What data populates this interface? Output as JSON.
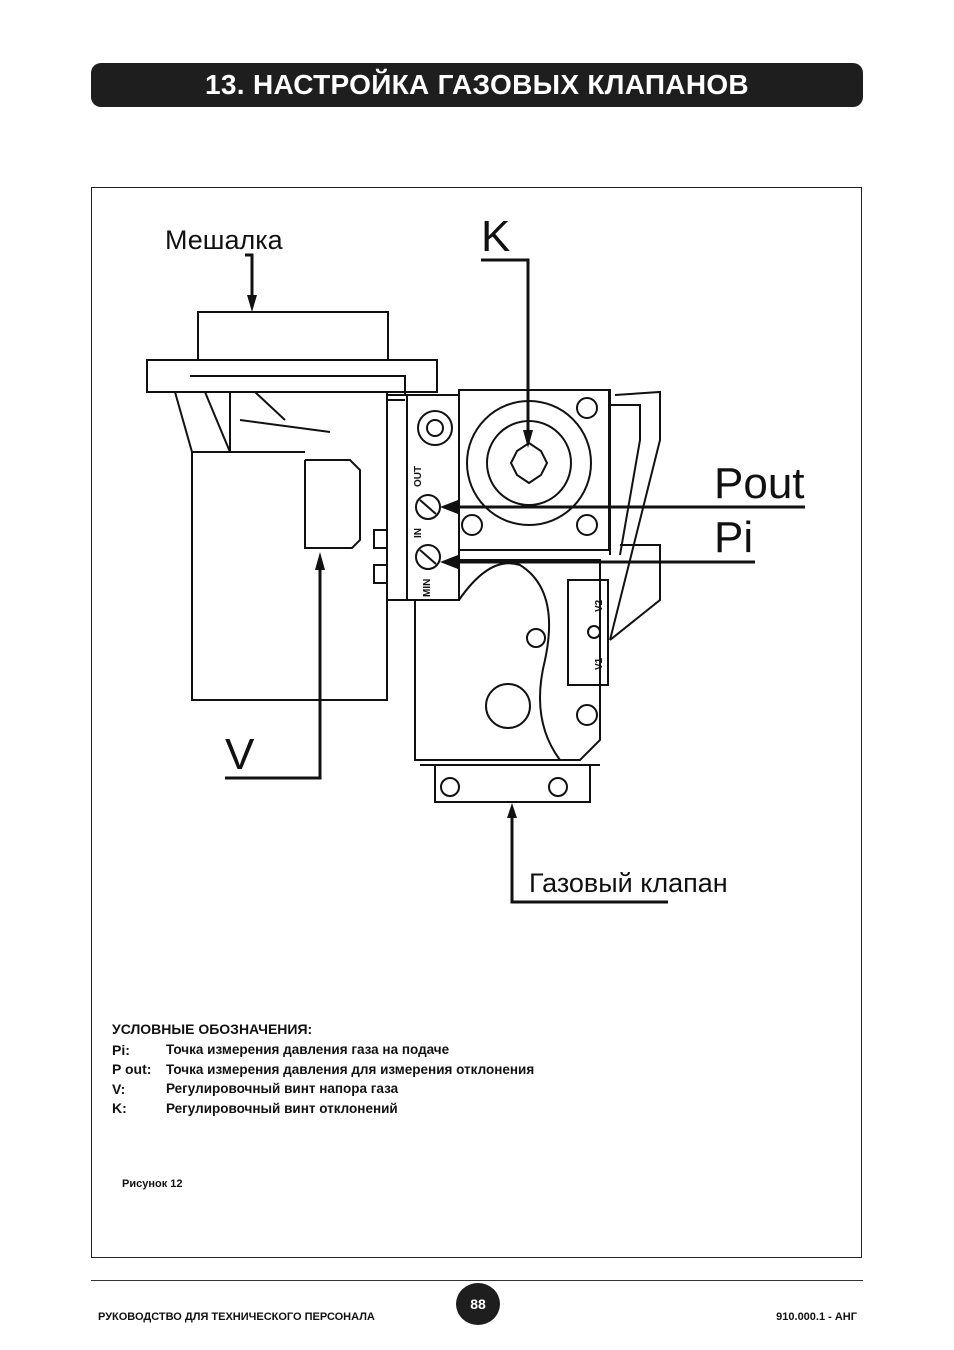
{
  "header": {
    "title": "13. НАСТРОЙКА ГАЗОВЫХ КЛАПАНОВ"
  },
  "figure": {
    "labels": {
      "mixer": "Мешалка",
      "k": "K",
      "pout": "Pout",
      "pi": "Pi",
      "v": "V",
      "gas_valve": "Газовый клапан"
    },
    "valve_markings": {
      "out": "OUT",
      "in": "IN",
      "min": "MIN",
      "v1": "V1",
      "v2": "V2"
    },
    "caption": "Рисунок 12"
  },
  "legend": {
    "title": "УСЛОВНЫЕ ОБОЗНАЧЕНИЯ:",
    "items": [
      {
        "key": "Pi:",
        "text": "Точка измерения давления газа на подаче"
      },
      {
        "key": "P out:",
        "text": "Точка измерения давления для измерения отклонения"
      },
      {
        "key": "V:",
        "text": "Регулировочный винт напора газа"
      },
      {
        "key": "K:",
        "text": "Регулировочный винт отклонений"
      }
    ]
  },
  "footer": {
    "left": "РУКОВОДСТВО ДЛЯ ТЕХНИЧЕСКОГО ПЕРСОНАЛА",
    "page": "88",
    "right": "910.000.1 - АНГ"
  }
}
